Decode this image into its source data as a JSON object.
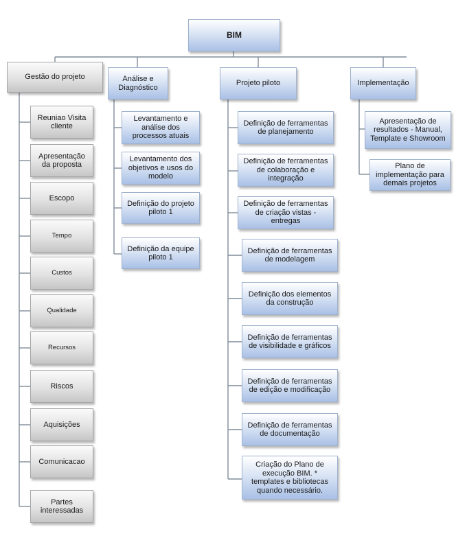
{
  "root": {
    "label": "BIM"
  },
  "branches": {
    "gestao": {
      "label": "Gestão do projeto",
      "items": [
        "Reuniao Visita cliente",
        "Apresentação da proposta",
        "Escopo",
        "Tempo",
        "Custos",
        "Qualidade",
        "Recursos",
        "Riscos",
        "Aquisições",
        "Comunicacao",
        "Partes interessadas"
      ]
    },
    "analise": {
      "label": "Análise e Diagnóstico",
      "items": [
        "Levantamento e análise dos processos atuais",
        "Levantamento dos objetivos e usos do modelo",
        "Definição do projeto piloto 1",
        "Definição da equipe piloto 1"
      ]
    },
    "piloto": {
      "label": "Projeto piloto",
      "items": [
        "Definição de ferramentas de planejamento",
        "Definição de ferramentas de colaboração e integração",
        "Definição de ferramentas de criação vistas - entregas",
        "Definição de ferramentas de modelagem",
        "Definição dos elementos da construção",
        "Definição de ferramentas de visibilidade e gráficos",
        "Definição de ferramentas de edição e modificação",
        "Definição de ferramentas de documentação",
        "Criação do Plano de execução BIM. * templates e bibliotecas quando necessário."
      ]
    },
    "implementacao": {
      "label": "Implementação",
      "items": [
        "Apresentação de resultados - Manual, Template e Showroom",
        "Plano de implementação para demais projetos"
      ]
    }
  },
  "colors": {
    "blue_box": "#a9c0e6",
    "gray_box": "#c6c6c6",
    "connector": "#7f8c9a"
  }
}
